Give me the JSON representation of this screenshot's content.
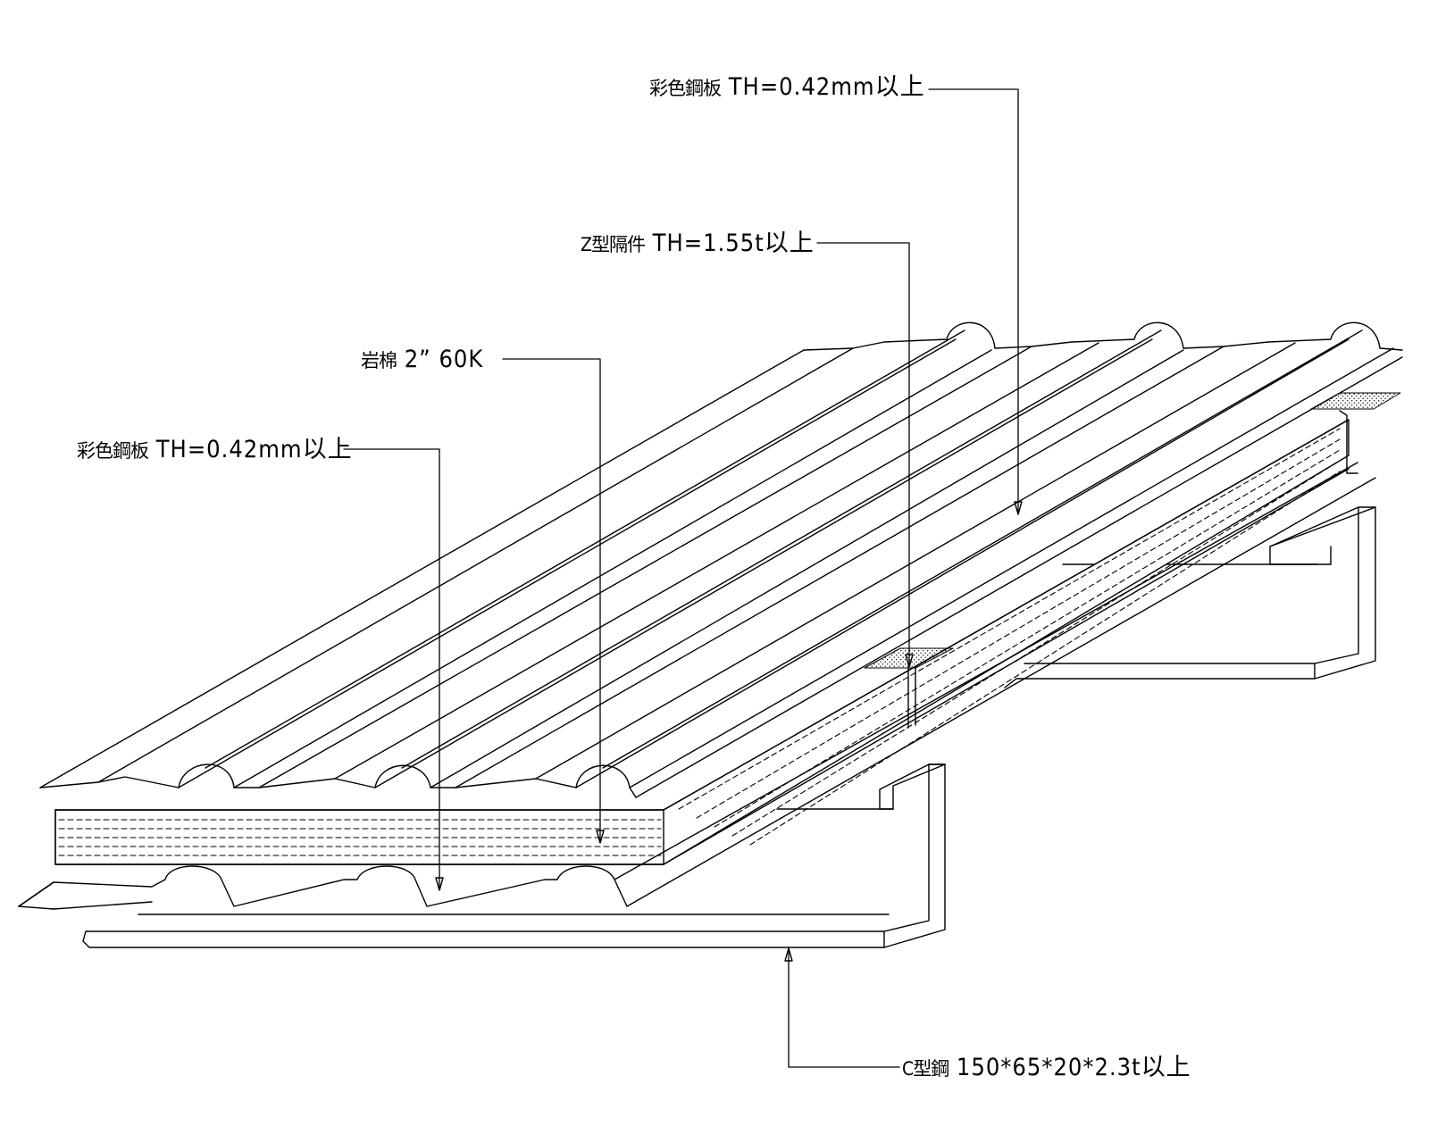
{
  "callouts": [
    {
      "id": "top-steel-sheet",
      "cjk": "彩色鋼板",
      "spec": "TH=0.42mm以上"
    },
    {
      "id": "z-spacer",
      "cjk": "Z型隔件",
      "spec": "TH=1.55t以上"
    },
    {
      "id": "rock-wool",
      "cjk": "岩棉",
      "spec": "2” 60K"
    },
    {
      "id": "bottom-steel-sheet",
      "cjk": "彩色鋼板",
      "spec": "TH=0.42mm以上"
    },
    {
      "id": "c-purlin",
      "cjk": "C型鋼",
      "spec": "150*65*20*2.3t以上"
    }
  ]
}
